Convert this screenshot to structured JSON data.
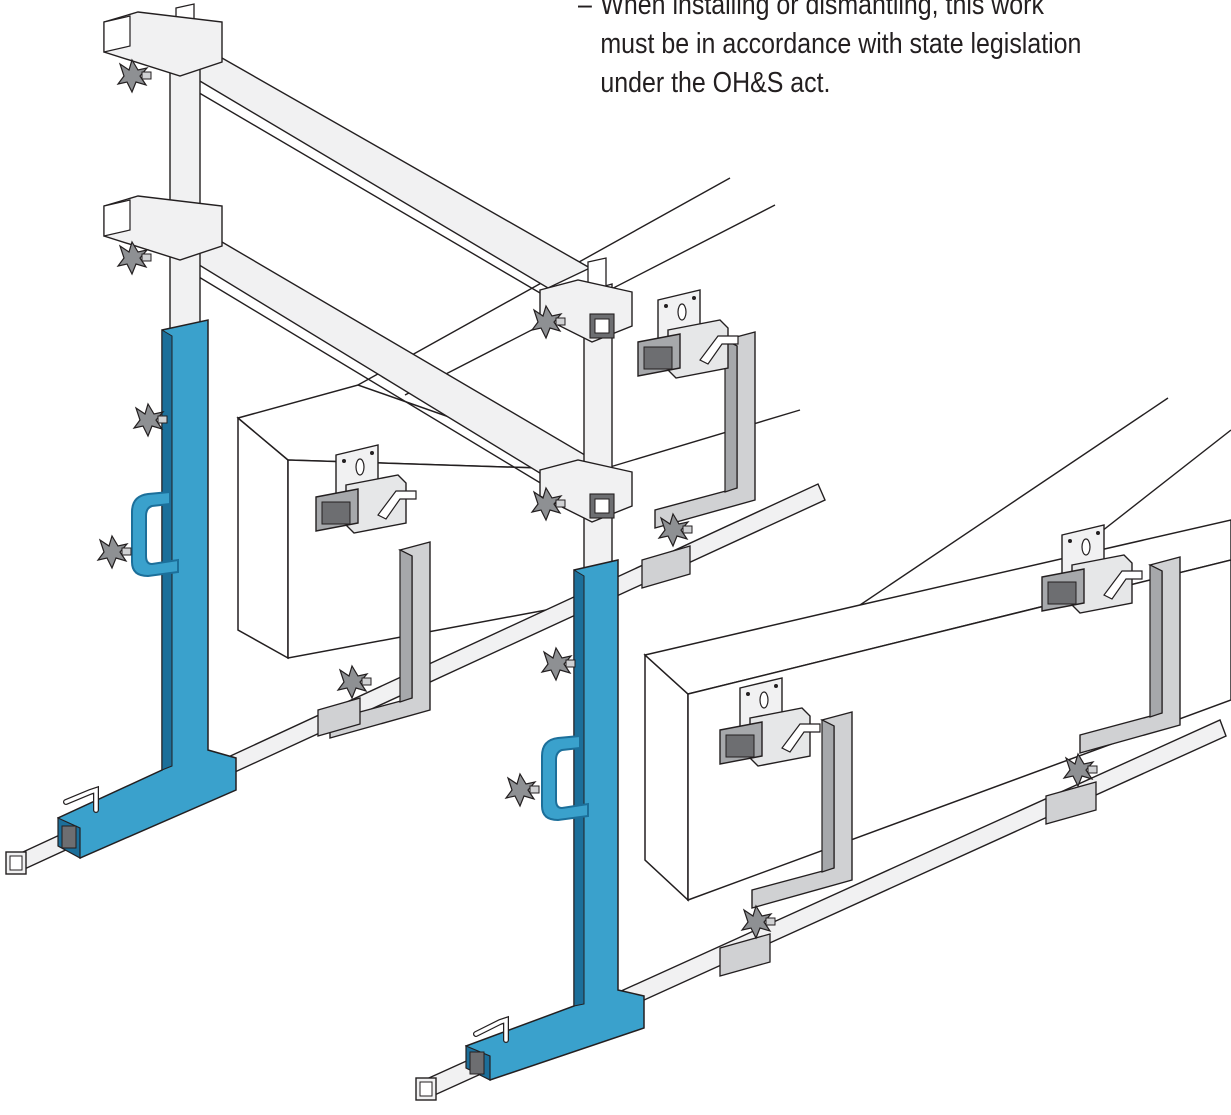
{
  "note": {
    "bullet": "–",
    "lines": [
      "When installing or dismantling, this work",
      "must be in accordance with state legislation",
      "under the OH&S act."
    ]
  },
  "colors": {
    "blue": "#3aa1cc",
    "blue_dark": "#1c6f9a",
    "grey": "#d0d1d3",
    "grey_dark": "#a6a8ab",
    "white": "#f1f1f2",
    "outline": "#231f20",
    "knob": "#8e9093"
  },
  "icons": [
    "wing-knob-icon",
    "d-handle-icon",
    "locking-pin-icon",
    "square-tube-end-icon"
  ]
}
